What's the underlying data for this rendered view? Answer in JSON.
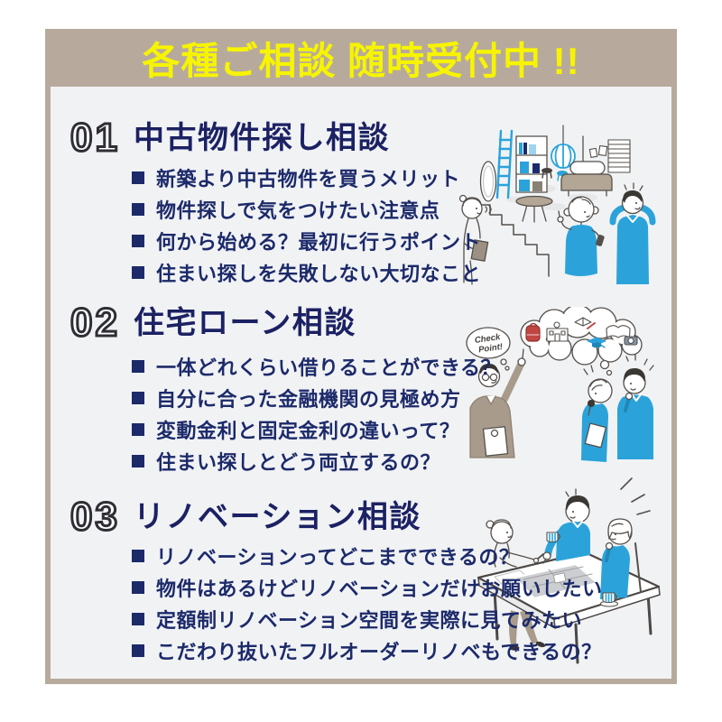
{
  "banner": {
    "title": "各種ご相談 随時受付中 !!",
    "bg_color": "#b7aa9d",
    "text_color": "#f7f400"
  },
  "panel": {
    "bg_color": "#f1f2f4",
    "frame_color": "#b7aa9d"
  },
  "colors": {
    "heading_navy": "#1b2163",
    "bullet_navy": "#1c2a6a",
    "accent_blue": "#2ba3da",
    "illustration_taupe": "#a89b8c",
    "backpack_red": "#c14542",
    "number_fill": "#ffffff",
    "number_outline": "#2e2e34"
  },
  "sections": [
    {
      "number": "01",
      "title": "中古物件探し相談",
      "bullets": [
        "新築より中古物件を買うメリット",
        "物件探しで気をつけたい注意点",
        "何から始める？最初に行うポイント",
        "住まい探しを失敗しない大切なこと"
      ]
    },
    {
      "number": "02",
      "title": "住宅ローン相談",
      "bullets": [
        "一体どれくらい借りることができる？",
        "自分に合った金融機関の見極め方",
        "変動金利と固定金利の違いって？",
        "住まい探しとどう両立するの？"
      ]
    },
    {
      "number": "03",
      "title": "リノベーション相談",
      "bullets": [
        "リノベーションってどこまでできるの？",
        "物件はあるけどリノベーションだけお願いしたい",
        "定額制リノベーション空間を実際に見てみたい",
        "こだわり抜いたフルオーダーリノベもできるの？"
      ]
    }
  ],
  "illustrations": {
    "property": {
      "name": "interior-room-with-couple-scene"
    },
    "loan": {
      "speech_line1": "Check",
      "speech_line2": "Point!"
    },
    "renovation": {
      "name": "meeting-around-floorplan-scene"
    }
  }
}
